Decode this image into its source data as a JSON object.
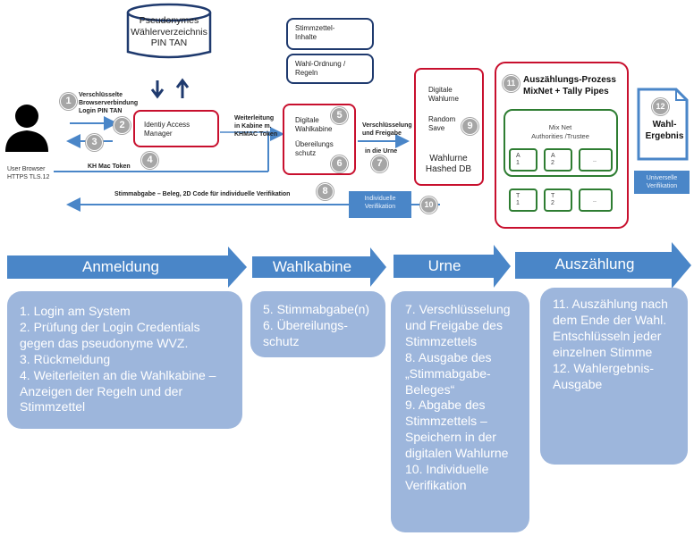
{
  "nodes": {
    "db_pseudonym": [
      "Pseudonymes",
      "Wählerverzeichnis",
      "PIN TAN"
    ],
    "stimmzettel_inhalte": [
      "Stimmzettel-",
      "Inhalte"
    ],
    "wahl_ordnung": [
      "Wahl-Ordnung /",
      "Regeln"
    ],
    "identity_access_manager": [
      "Identiy Access",
      "Manager"
    ],
    "digitale_wahlkabine": [
      "Digitale",
      "Wahlkabine"
    ],
    "uebereilungsschutz": [
      "Übereilungs",
      "schutz"
    ],
    "digitale_wahlurne": [
      "Digitale",
      "Wahlurne"
    ],
    "random_save": [
      "Random",
      "Save"
    ],
    "wahlurne_hashed_db": [
      "Wahlurne",
      "Hashed DB"
    ],
    "auszaehlungs_prozess": [
      "Auszählungs-Prozess",
      "MixNet + Tally Pipes"
    ],
    "mixnet": [
      "Mix Net",
      "Authorities /Trustee"
    ],
    "authorities": [
      [
        "A",
        "1"
      ],
      [
        "A",
        "2"
      ],
      [
        "..",
        ""
      ]
    ],
    "trustees": [
      [
        "T",
        "1"
      ],
      [
        "T",
        "2"
      ],
      [
        "..",
        ""
      ]
    ],
    "wahl_ergebnis": [
      "Wahl-",
      "Ergebnis"
    ],
    "universelle_verifikation": [
      "Universelle",
      "Verifikation"
    ],
    "individuelle_verifikation": [
      "Individuelle",
      "Verifikation"
    ],
    "user_browser": [
      "User Browser",
      "HTTPS TLS.12"
    ]
  },
  "edge_labels": {
    "verschluesselte": [
      "Verschlüsselte",
      "Browserverbindung",
      "Login PIN TAN"
    ],
    "weiterleitung": [
      "Weiterleitung",
      "in Kabine m.",
      "KHMAC Token"
    ],
    "verschluesselung": [
      "Verschlüsselung",
      "und Freigabe"
    ],
    "in_die_urne": [
      "in die Urne"
    ],
    "kh_mac_token": "KH Mac Token",
    "stimmabgabe_beleg": "Stimmabgabe – Beleg, 2D Code für individuelle Verifikation"
  },
  "step_numbers": [
    "1",
    "2",
    "3",
    "4",
    "5",
    "6",
    "7",
    "8",
    "9",
    "10",
    "11",
    "12"
  ],
  "phases": [
    {
      "title": "Anmeldung",
      "items": [
        "1. Login am System",
        "2. Prüfung der Login Credentials gegen das pseudonyme WVZ.",
        "3. Rückmeldung",
        "4. Weiterleiten an die Wahlkabine – Anzeigen der Regeln und der Stimmzettel"
      ]
    },
    {
      "title": "Wahlkabine",
      "items": [
        "5. Stimmabgabe(n)",
        "6. Übereilungs-schutz"
      ]
    },
    {
      "title": "Urne",
      "items": [
        "7. Verschlüsselung und Freigabe des Stimmzettels",
        "8. Ausgabe des „Stimmabgabe-Beleges“",
        "9. Abgabe des Stimmzettels – Speichern in der digitalen Wahlurne",
        "10.  Individuelle Verifikation"
      ]
    },
    {
      "title": "Auszählung",
      "items": [
        "11. Auszählung nach dem Ende der Wahl.",
        "Entschlüsseln jeder einzelnen Stimme",
        "12. Wahlergebnis-Ausgabe"
      ]
    }
  ],
  "colors": {
    "red_border": "#c8102e",
    "navy_border": "#1f3a6e",
    "green_border": "#2e7d32",
    "phase_arrow": "#4a86c8",
    "panel": "#9db6dc",
    "step_circle": "#a6a6a6"
  }
}
